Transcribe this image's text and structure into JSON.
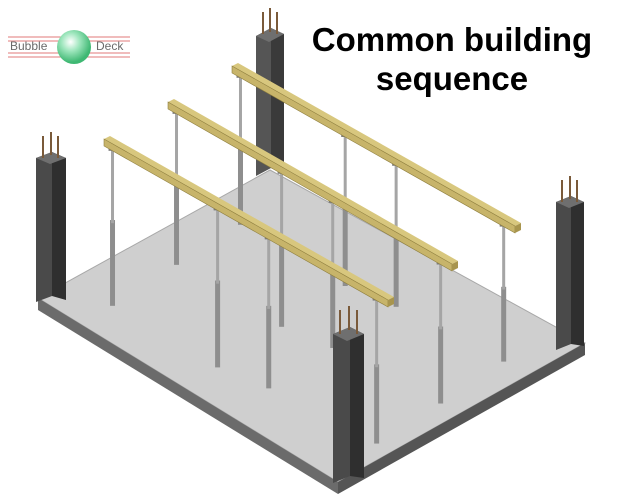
{
  "title": {
    "line1": "Common building",
    "line2": "sequence"
  },
  "logo": {
    "left": "Bubble",
    "right": "Deck",
    "icon": "bubble-sphere-icon"
  },
  "colors": {
    "slab_top": "#cfcfcf",
    "slab_side": "#6b6b6b",
    "column_front": "#4a4a4a",
    "column_side": "#2f2f2f",
    "beam": "#c7b46a",
    "prop": "#8e8e8e",
    "logo_green": "#5fcf8f"
  },
  "scene": {
    "columns": 4,
    "beams": 3,
    "props_per_beam": 4
  }
}
